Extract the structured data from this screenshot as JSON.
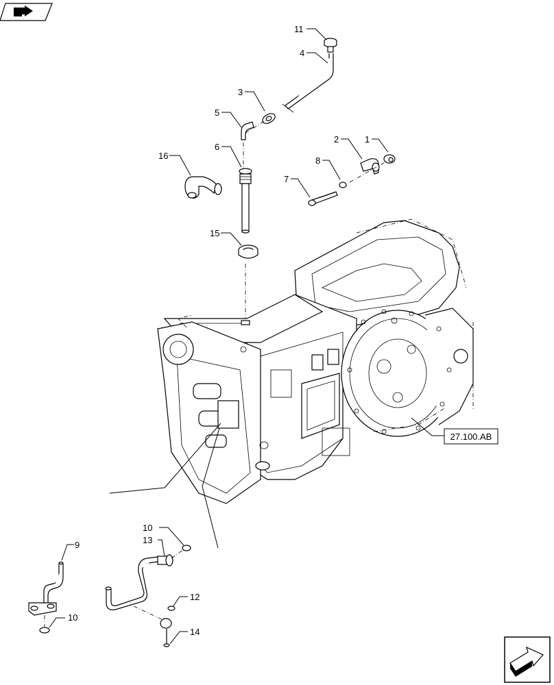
{
  "diagram": {
    "labels": [
      {
        "id": "1",
        "text": "1"
      },
      {
        "id": "2",
        "text": "2"
      },
      {
        "id": "3",
        "text": "3"
      },
      {
        "id": "4",
        "text": "4"
      },
      {
        "id": "5",
        "text": "5"
      },
      {
        "id": "6",
        "text": "6"
      },
      {
        "id": "7",
        "text": "7"
      },
      {
        "id": "8",
        "text": "8"
      },
      {
        "id": "9",
        "text": "9"
      },
      {
        "id": "10a",
        "text": "10"
      },
      {
        "id": "10b",
        "text": "10"
      },
      {
        "id": "11",
        "text": "11"
      },
      {
        "id": "12",
        "text": "12"
      },
      {
        "id": "13",
        "text": "13"
      },
      {
        "id": "14",
        "text": "14"
      },
      {
        "id": "15",
        "text": "15"
      },
      {
        "id": "16",
        "text": "16"
      }
    ],
    "reference_box": "27.100.AB"
  },
  "icons": {
    "top_left": "view-arrow-icon",
    "bottom_right": "navigate-arrow-icon"
  }
}
